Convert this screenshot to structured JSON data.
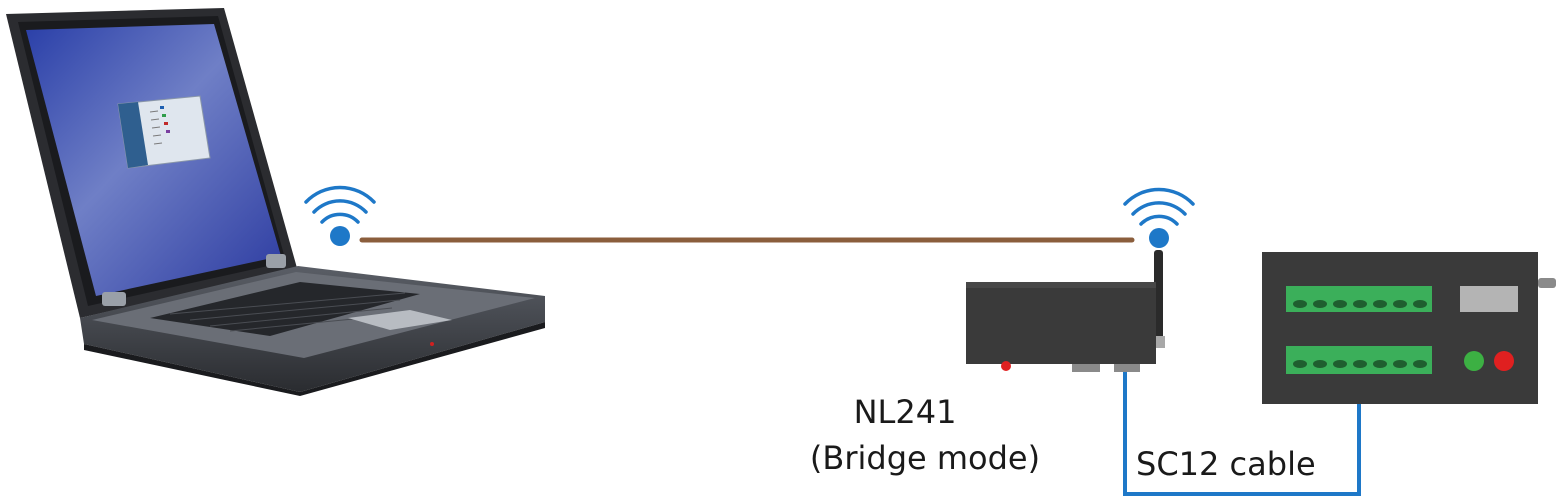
{
  "diagram": {
    "nl241_label": "NL241",
    "nl241_mode_label": "(Bridge mode)",
    "cable_label": "SC12 cable"
  },
  "colors": {
    "wireless_link": "#8B5E3C",
    "wifi_icon": "#1E78C8",
    "cable": "#1E78C8",
    "device_body": "#3A3A3A",
    "terminal_green": "#3BAF5A",
    "led_green": "#3CB043",
    "led_red": "#E02020"
  },
  "icons": [
    "laptop-icon",
    "wifi-icon",
    "nl241-device-icon",
    "datalogger-device-icon"
  ]
}
